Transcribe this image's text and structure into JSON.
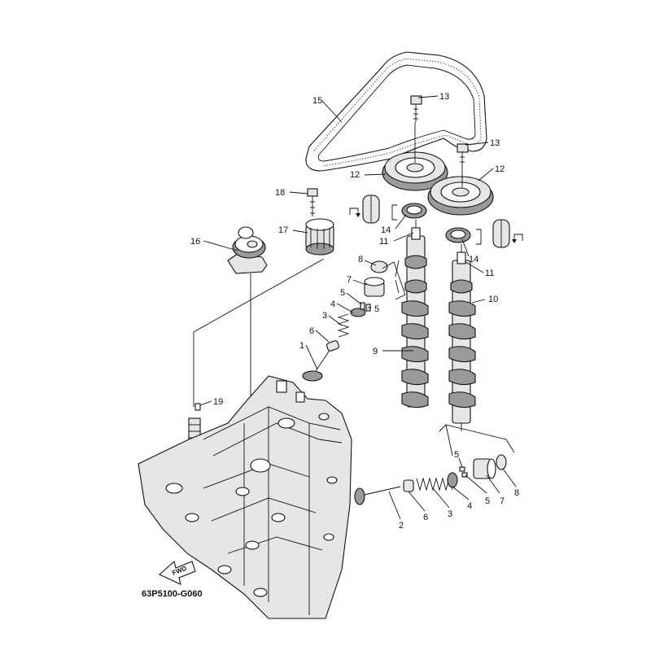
{
  "diagram": {
    "drawing_id": "63P5100-G060",
    "fwd_label": "FWD",
    "callouts": [
      {
        "id": "c15",
        "text": "15"
      },
      {
        "id": "c13a",
        "text": "13"
      },
      {
        "id": "c13b",
        "text": "13"
      },
      {
        "id": "c12a",
        "text": "12"
      },
      {
        "id": "c12b",
        "text": "12"
      },
      {
        "id": "c18",
        "text": "18"
      },
      {
        "id": "c17",
        "text": "17"
      },
      {
        "id": "c16",
        "text": "16"
      },
      {
        "id": "c14a",
        "text": "14"
      },
      {
        "id": "c14b",
        "text": "14"
      },
      {
        "id": "c11a",
        "text": "11"
      },
      {
        "id": "c11b",
        "text": "11"
      },
      {
        "id": "c8a",
        "text": "8"
      },
      {
        "id": "c7a",
        "text": "7"
      },
      {
        "id": "c5a",
        "text": "5"
      },
      {
        "id": "c5b",
        "text": "5"
      },
      {
        "id": "c4a",
        "text": "4"
      },
      {
        "id": "c3a",
        "text": "3"
      },
      {
        "id": "c6a",
        "text": "6"
      },
      {
        "id": "c1",
        "text": "1"
      },
      {
        "id": "c9",
        "text": "9"
      },
      {
        "id": "c10",
        "text": "10"
      },
      {
        "id": "c19",
        "text": "19"
      },
      {
        "id": "c5c",
        "text": "5"
      },
      {
        "id": "c5d",
        "text": "5"
      },
      {
        "id": "c7b",
        "text": "7"
      },
      {
        "id": "c8b",
        "text": "8"
      },
      {
        "id": "c4b",
        "text": "4"
      },
      {
        "id": "c3b",
        "text": "3"
      },
      {
        "id": "c6b",
        "text": "6"
      },
      {
        "id": "c2",
        "text": "2"
      }
    ]
  }
}
